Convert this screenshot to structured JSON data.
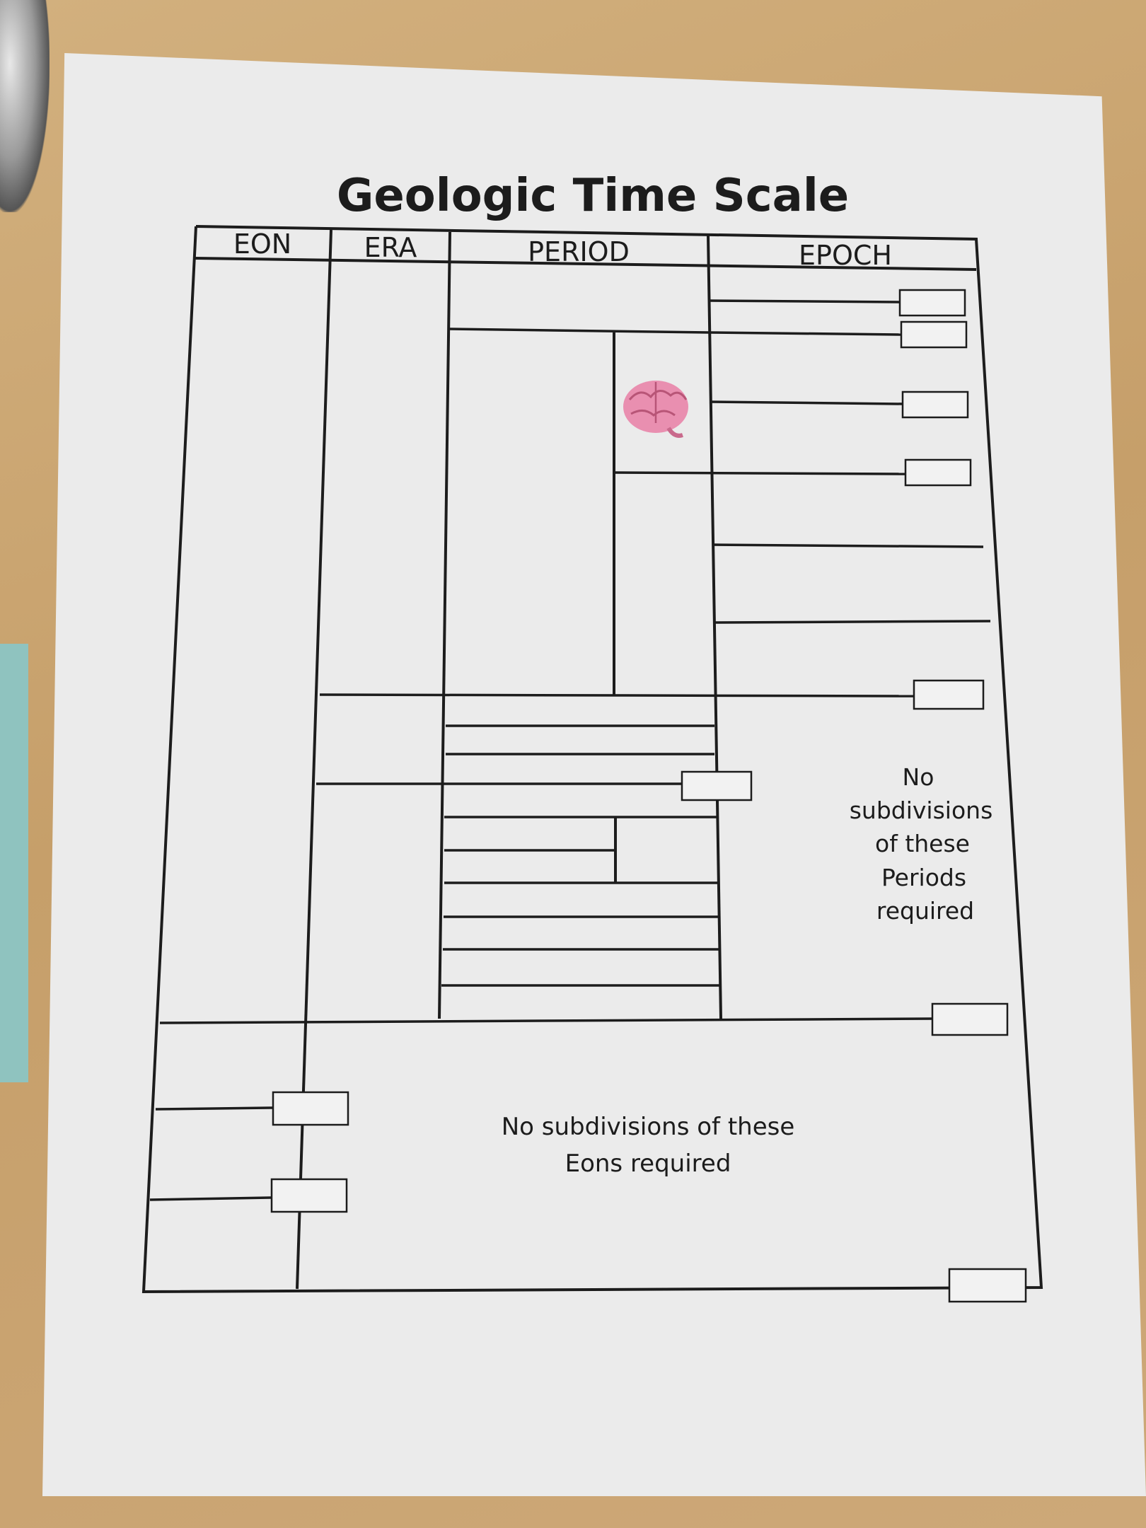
{
  "title": "Geologic Time Scale",
  "headers": {
    "eon": "EON",
    "era": "ERA",
    "period": "PERIOD",
    "epoch": "EPOCH"
  },
  "notes": {
    "periods_lines": [
      "No",
      "subdivisions",
      "of these",
      "Periods",
      "required"
    ],
    "eons_lines": [
      "No subdivisions of these",
      "Eons required"
    ]
  },
  "sticker_icon": "brain-icon",
  "colors": {
    "ink": "#1c1c1c",
    "paper": "#ebebeb",
    "desk": "#c9a674",
    "sticker": "#e98fb0"
  }
}
